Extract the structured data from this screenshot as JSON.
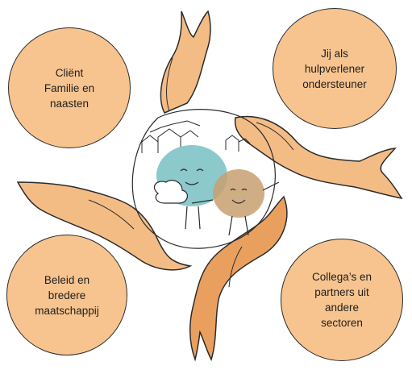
{
  "bubbles": {
    "top_left": {
      "lines": [
        "Cliënt",
        "Familie en",
        "naasten"
      ]
    },
    "top_right": {
      "lines": [
        "Jij als",
        "hulpverlener",
        "ondersteuner"
      ]
    },
    "bottom_left": {
      "lines": [
        "Beleid en",
        "bredere",
        "maatschappij"
      ]
    },
    "bottom_right": {
      "lines": [
        "Collega’s en",
        "partners uit",
        "andere",
        "sectoren"
      ]
    }
  },
  "colors": {
    "bubble_fill": "#f7c48f",
    "hand_fill": "#f4bc85",
    "hand_dark": "#e9a05f",
    "teal_blob": "#7fc3c7",
    "brown_blob": "#c8a070",
    "outline": "#2b2b2b"
  },
  "icons": [
    "hand-top-icon",
    "hand-right-icon",
    "hand-bottom-icon",
    "hand-left-icon",
    "teal-character-icon",
    "brown-character-icon",
    "house-sketch-icon"
  ]
}
